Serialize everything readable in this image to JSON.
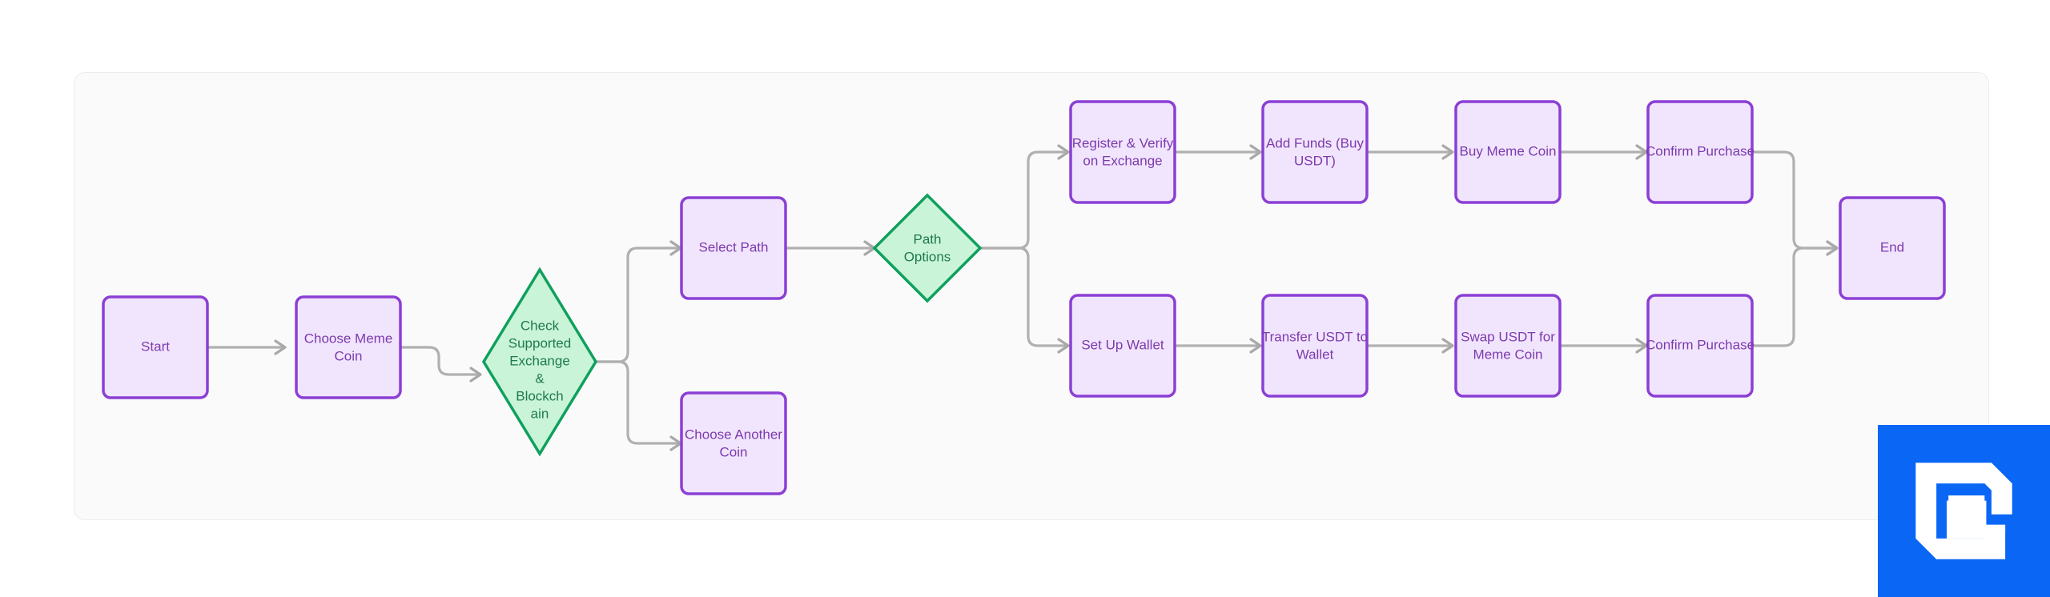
{
  "canvas": {
    "background_color": "#fafafa",
    "border_color": "#ececec",
    "page_background": "#ffffff"
  },
  "theme": {
    "process_fill": "#f1e5fd",
    "process_stroke": "#8b3fd4",
    "process_text": "#7c3aad",
    "decision_fill": "#c9f4d7",
    "decision_stroke": "#0fa05d",
    "decision_text": "#1f7a4d",
    "edge_color": "#b0b0b0",
    "brand_color": "#0a66f5"
  },
  "diagram": {
    "type": "flowchart",
    "title": "Meme Coin Purchase Flow",
    "nodes": [
      {
        "id": "start",
        "shape": "process",
        "label": "Start",
        "lines": [
          "Start"
        ]
      },
      {
        "id": "choose_coin",
        "shape": "process",
        "label": "Choose Meme Coin",
        "lines": [
          "Choose Meme",
          "Coin"
        ]
      },
      {
        "id": "check",
        "shape": "decision",
        "label": "Check Supported Exchange & Blockchain",
        "lines": [
          "Check",
          "Supported",
          "Exchange",
          "&",
          "Blockch",
          "ain"
        ]
      },
      {
        "id": "select_path",
        "shape": "process",
        "label": "Select Path",
        "lines": [
          "Select Path"
        ]
      },
      {
        "id": "another_coin",
        "shape": "process",
        "label": "Choose Another Coin",
        "lines": [
          "Choose Another",
          "Coin"
        ]
      },
      {
        "id": "path_options",
        "shape": "decision",
        "label": "Path Options",
        "lines": [
          "Path",
          "Options"
        ]
      },
      {
        "id": "register",
        "shape": "process",
        "label": "Register & Verify on Exchange",
        "lines": [
          "Register & Verify",
          "on Exchange"
        ]
      },
      {
        "id": "add_funds",
        "shape": "process",
        "label": "Add Funds (Buy USDT)",
        "lines": [
          "Add Funds (Buy",
          "USDT)"
        ]
      },
      {
        "id": "buy_coin",
        "shape": "process",
        "label": "Buy Meme Coin",
        "lines": [
          "Buy Meme Coin"
        ]
      },
      {
        "id": "confirm_top",
        "shape": "process",
        "label": "Confirm Purchase",
        "lines": [
          "Confirm Purchase"
        ]
      },
      {
        "id": "setup_wallet",
        "shape": "process",
        "label": "Set Up Wallet",
        "lines": [
          "Set Up Wallet"
        ]
      },
      {
        "id": "transfer",
        "shape": "process",
        "label": "Transfer USDT to Wallet",
        "lines": [
          "Transfer USDT to",
          "Wallet"
        ]
      },
      {
        "id": "swap",
        "shape": "process",
        "label": "Swap USDT for Meme Coin",
        "lines": [
          "Swap USDT for",
          "Meme Coin"
        ]
      },
      {
        "id": "confirm_bot",
        "shape": "process",
        "label": "Confirm Purchase",
        "lines": [
          "Confirm Purchase"
        ]
      },
      {
        "id": "end",
        "shape": "process",
        "label": "End",
        "lines": [
          "End"
        ]
      }
    ],
    "edges": [
      {
        "from": "start",
        "to": "choose_coin"
      },
      {
        "from": "choose_coin",
        "to": "check"
      },
      {
        "from": "check",
        "to": "select_path"
      },
      {
        "from": "check",
        "to": "another_coin"
      },
      {
        "from": "select_path",
        "to": "path_options"
      },
      {
        "from": "path_options",
        "to": "register"
      },
      {
        "from": "path_options",
        "to": "setup_wallet"
      },
      {
        "from": "register",
        "to": "add_funds"
      },
      {
        "from": "add_funds",
        "to": "buy_coin"
      },
      {
        "from": "buy_coin",
        "to": "confirm_top"
      },
      {
        "from": "confirm_top",
        "to": "end"
      },
      {
        "from": "setup_wallet",
        "to": "transfer"
      },
      {
        "from": "transfer",
        "to": "swap"
      },
      {
        "from": "swap",
        "to": "confirm_bot"
      },
      {
        "from": "confirm_bot",
        "to": "end"
      }
    ]
  },
  "brand": {
    "logo_name": "brand-logo",
    "color": "#0a66f5"
  }
}
